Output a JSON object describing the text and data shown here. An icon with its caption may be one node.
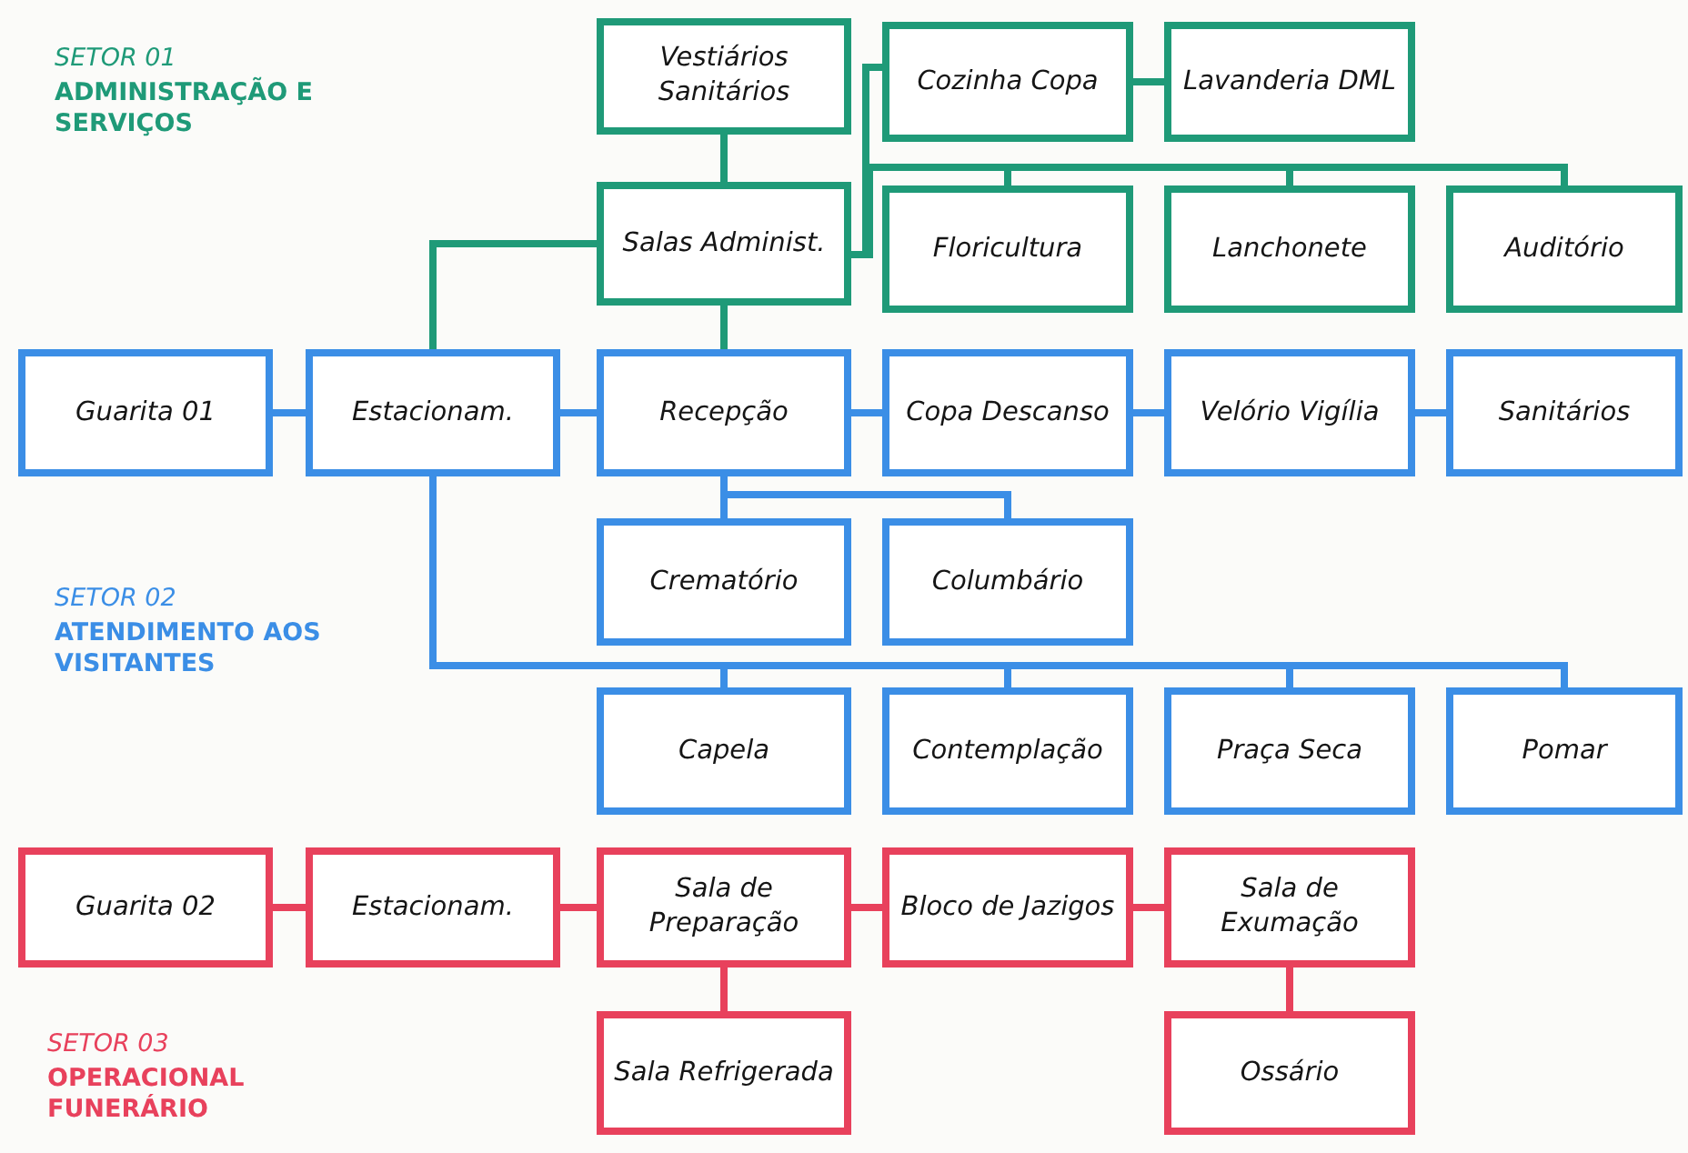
{
  "diagram": {
    "nodes": [
      {
        "text": [
          "Vestiários Sanitários"
        ]
      },
      {
        "text": [
          "Cozinha Copa"
        ]
      },
      {
        "text": [
          "Lavanderia DML"
        ]
      },
      {
        "text": [
          "Salas Administ."
        ]
      },
      {
        "text": [
          "Floricultura"
        ]
      },
      {
        "text": [
          "Lanchonete"
        ]
      },
      {
        "text": [
          "Auditório"
        ]
      },
      {
        "text": [
          "Guarita 01"
        ]
      },
      {
        "text": [
          "Estacionam."
        ]
      },
      {
        "text": [
          "Recepção"
        ]
      },
      {
        "text": [
          "Copa Descanso"
        ]
      },
      {
        "text": [
          "Velório Vigília"
        ]
      },
      {
        "text": [
          "Sanitários"
        ]
      },
      {
        "text": [
          "Crematório"
        ]
      },
      {
        "text": [
          "Columbário"
        ]
      },
      {
        "text": [
          "Capela"
        ]
      },
      {
        "text": [
          "Contemplação"
        ]
      },
      {
        "text": [
          "Praça Seca"
        ]
      },
      {
        "text": [
          "Pomar"
        ]
      },
      {
        "text": [
          "Guarita 02"
        ]
      },
      {
        "text": [
          "Estacionam."
        ]
      },
      {
        "text": [
          "Sala de Preparação"
        ]
      },
      {
        "text": [
          "Bloco de Jazigos"
        ]
      },
      {
        "text": [
          "Sala de Exumação"
        ]
      },
      {
        "text": [
          "Sala Refrigerada"
        ]
      },
      {
        "text": [
          "Ossário"
        ]
      }
    ],
    "edges": [
      {
        "from": 0,
        "to": 3,
        "arrow": "none",
        "color": "#1f9a78"
      },
      {
        "from": 3,
        "to": 1,
        "arrow": "none",
        "color": "#1f9a78"
      },
      {
        "from": 1,
        "to": 2,
        "arrow": "none",
        "color": "#1f9a78"
      },
      {
        "from": 3,
        "to": 4,
        "arrow": "none",
        "color": "#1f9a78"
      },
      {
        "from": 3,
        "to": 5,
        "arrow": "none",
        "color": "#1f9a78"
      },
      {
        "from": 3,
        "to": 6,
        "arrow": "none",
        "color": "#1f9a78"
      },
      {
        "from": 8,
        "to": 3,
        "arrow": "none",
        "color": "#1f9a78"
      },
      {
        "from": 3,
        "to": 9,
        "arrow": "none",
        "color": "#1f9a78"
      },
      {
        "from": 7,
        "to": 8,
        "arrow": "none"
      },
      {
        "from": 8,
        "to": 9,
        "arrow": "none"
      },
      {
        "from": 9,
        "to": 10,
        "arrow": "none"
      },
      {
        "from": 10,
        "to": 11,
        "arrow": "none"
      },
      {
        "from": 11,
        "to": 12,
        "arrow": "none"
      },
      {
        "from": 9,
        "to": 13,
        "arrow": "none"
      },
      {
        "from": 9,
        "to": 14,
        "arrow": "none"
      },
      {
        "from": 8,
        "to": 15,
        "arrow": "none"
      },
      {
        "from": 8,
        "to": 16,
        "arrow": "none"
      },
      {
        "from": 8,
        "to": 17,
        "arrow": "none"
      },
      {
        "from": 8,
        "to": 18,
        "arrow": "none"
      },
      {
        "from": 19,
        "to": 20,
        "arrow": "none",
        "color": "#e8415c"
      },
      {
        "from": 20,
        "to": 21,
        "arrow": "none",
        "color": "#e8415c"
      },
      {
        "from": 21,
        "to": 22,
        "arrow": "none",
        "color": "#e8415c"
      },
      {
        "from": 22,
        "to": 23,
        "arrow": "none",
        "color": "#e8415c"
      },
      {
        "from": 21,
        "to": 24,
        "arrow": "none",
        "color": "#e8415c"
      },
      {
        "from": 23,
        "to": 25,
        "arrow": "none",
        "color": "#e8415c"
      }
    ],
    "labels": [
      "SETOR 01",
      "ADMINISTRAÇÃO E SERVIÇOS",
      "SETOR 02",
      "ATENDIMENTO AOS VISITANTES",
      "SETOR 03",
      "OPERACIONAL FUNERÁRIO"
    ]
  }
}
